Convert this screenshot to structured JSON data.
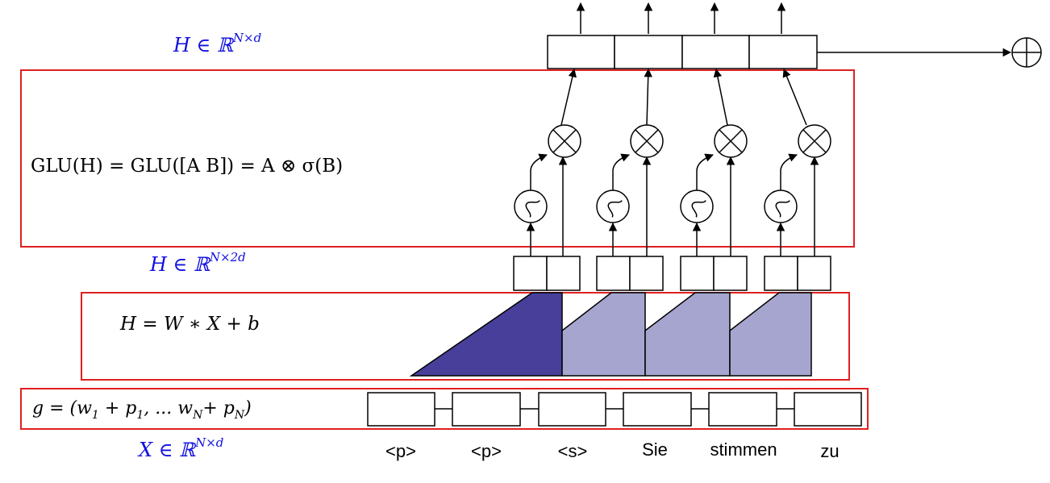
{
  "labels": {
    "output_dims": "H ∈ ℝ",
    "output_dims_sup": "N×d",
    "glu_formula": "GLU(H) = GLU([A B]) = A ⊗ σ(B)",
    "conv_dims": "H ∈ ℝ",
    "conv_dims_sup": "N×2d",
    "conv_formula": "H = W ∗ X + b",
    "embed_formula_prefix": "g = (w",
    "embed_formula_sub1": "1",
    "embed_formula_mid1": " + p",
    "embed_formula_sub2": "1",
    "embed_formula_mid2": ", ... w",
    "embed_formula_sub3": "N",
    "embed_formula_mid3": "+ p",
    "embed_formula_sub4": "N",
    "embed_formula_suffix": ")",
    "input_dims": "X ∈ ℝ",
    "input_dims_sup": "N×d"
  },
  "tokens": [
    "<p>",
    "<p>",
    "<s>",
    "Sie",
    "stimmen",
    "zu"
  ],
  "colors": {
    "dims_text": "#1010e0",
    "frame": "#e02020",
    "first_kernel": "#473f99",
    "other_kernels": "#a5a5cf",
    "stroke": "#000000"
  },
  "icons": {
    "gate_multiply": "circle-times-icon",
    "sigmoid": "sigmoid-icon",
    "residual_add": "circle-plus-icon"
  }
}
